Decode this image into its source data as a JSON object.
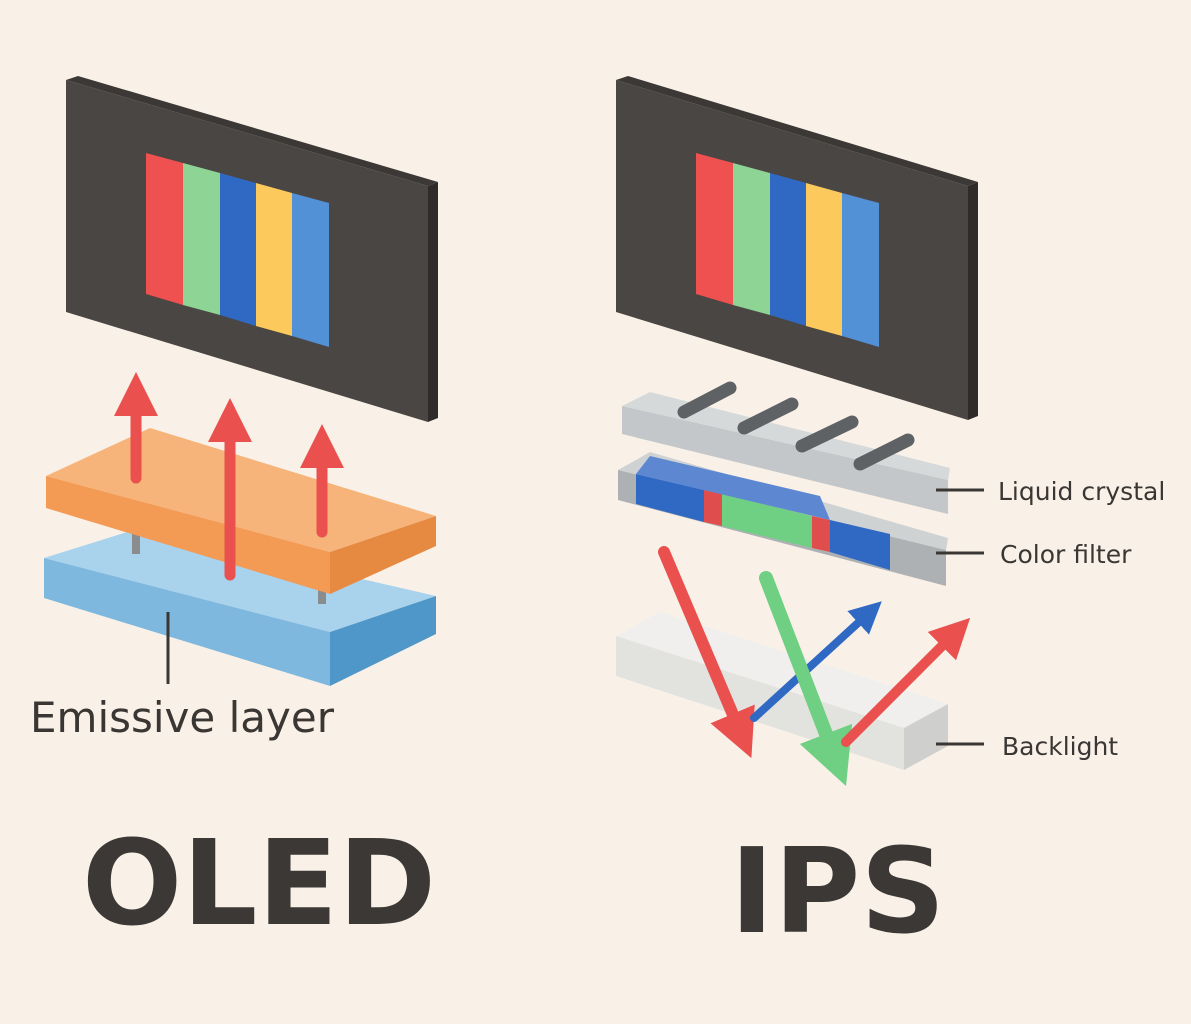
{
  "colors": {
    "background": "#f9f1e8",
    "screen_frame": "#4a4643",
    "text": "#3a3633",
    "red": "#e9504e",
    "green": "#8ed494",
    "blue": "#2f69c4",
    "yellow": "#fbc95c",
    "light_blue": "#5391d6",
    "orange": "#f7a86a",
    "sky": "#7fb8de",
    "gray": "#c9cccd",
    "light_gray": "#e4e4e2"
  },
  "oled": {
    "title": "OLED",
    "labels": {
      "emissive_layer": "Emissive layer"
    }
  },
  "ips": {
    "title": "IPS",
    "labels": {
      "liquid_crystal": "Liquid crystal",
      "color_filter": "Color filter",
      "backlight": "Backlight"
    }
  }
}
